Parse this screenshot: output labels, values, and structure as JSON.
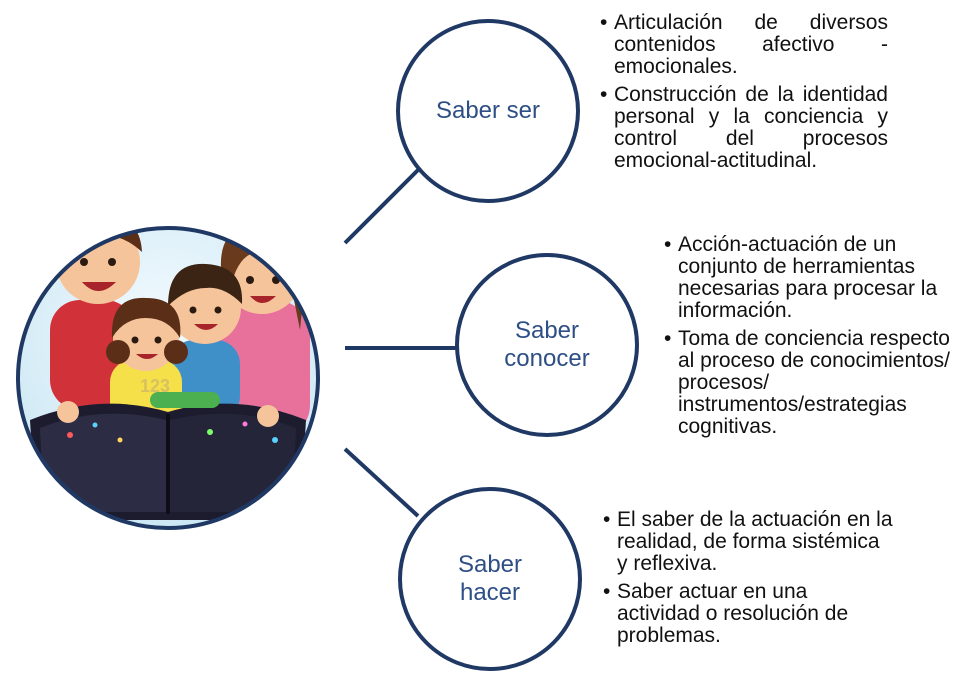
{
  "colors": {
    "circle_stroke": "#1f3864",
    "connector": "#1f3864",
    "node_text": "#2e4f86",
    "bullet_text": "#111111"
  },
  "illustration": {
    "icon": "family-reading-book-illustration",
    "watermark": "123"
  },
  "nodes": [
    {
      "label": "Saber ser",
      "bullets": [
        "Articulación de diversos contenidos afectivo - emocionales.",
        "Construcción de la identidad personal y la conciencia y control del procesos emocional-actitudinal."
      ]
    },
    {
      "label": "Saber conocer",
      "bullets": [
        "Acción-actuación de un conjunto de herramientas necesarias para procesar la información.",
        "Toma de conciencia respecto al proceso de conocimientos/ procesos/ instrumentos/estrategias cognitivas."
      ]
    },
    {
      "label": "Saber hacer",
      "bullets": [
        "El saber de la actuación en la realidad, de forma sistémica y reflexiva.",
        "Saber actuar en una actividad o resolución de problemas."
      ]
    }
  ]
}
